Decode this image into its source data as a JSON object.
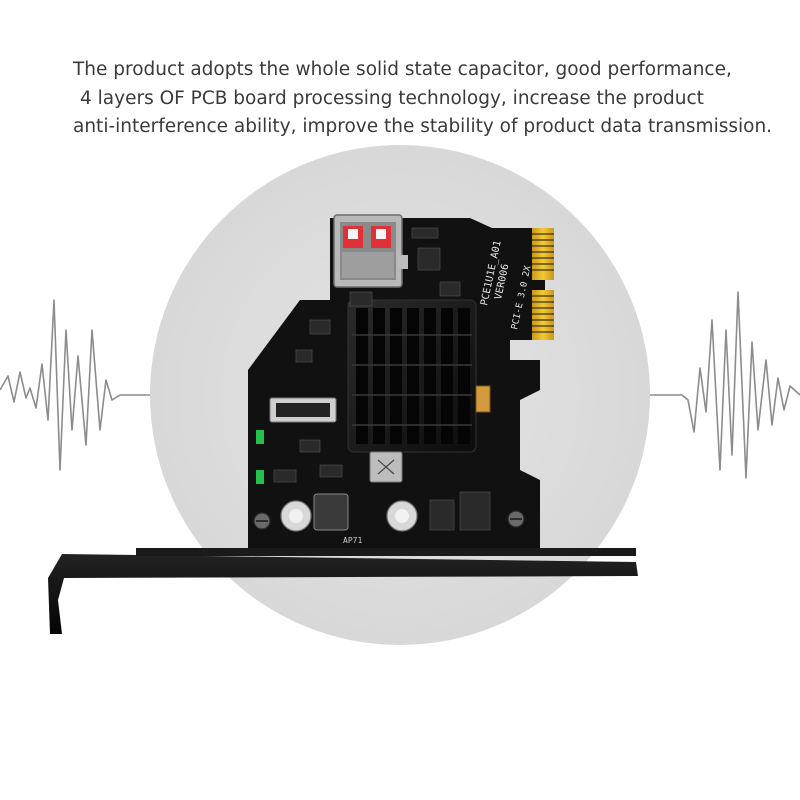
{
  "caption": {
    "line1": "The product adopts the whole solid state capacitor, good performance,",
    "line2": "4 layers OF PCB board processing technology, increase the product",
    "line3": "anti-interference ability, improve the stability of product data transmission."
  },
  "board": {
    "silkscreen_model": "PCE1U1E_A01",
    "silkscreen_version": "VER006",
    "silkscreen_interface": "PCI-E 3.0 2X",
    "silkscreen_parts": "AP71"
  },
  "colors": {
    "background": "#ffffff",
    "halo": "#dcdcdc",
    "pcb": "#101010",
    "gold_finger": "#e8b820",
    "usb_port_tab": "#e0303a",
    "waveform": "#8a8a8a"
  },
  "icons": {
    "waveform_left": "waveform-icon",
    "waveform_right": "waveform-icon"
  }
}
